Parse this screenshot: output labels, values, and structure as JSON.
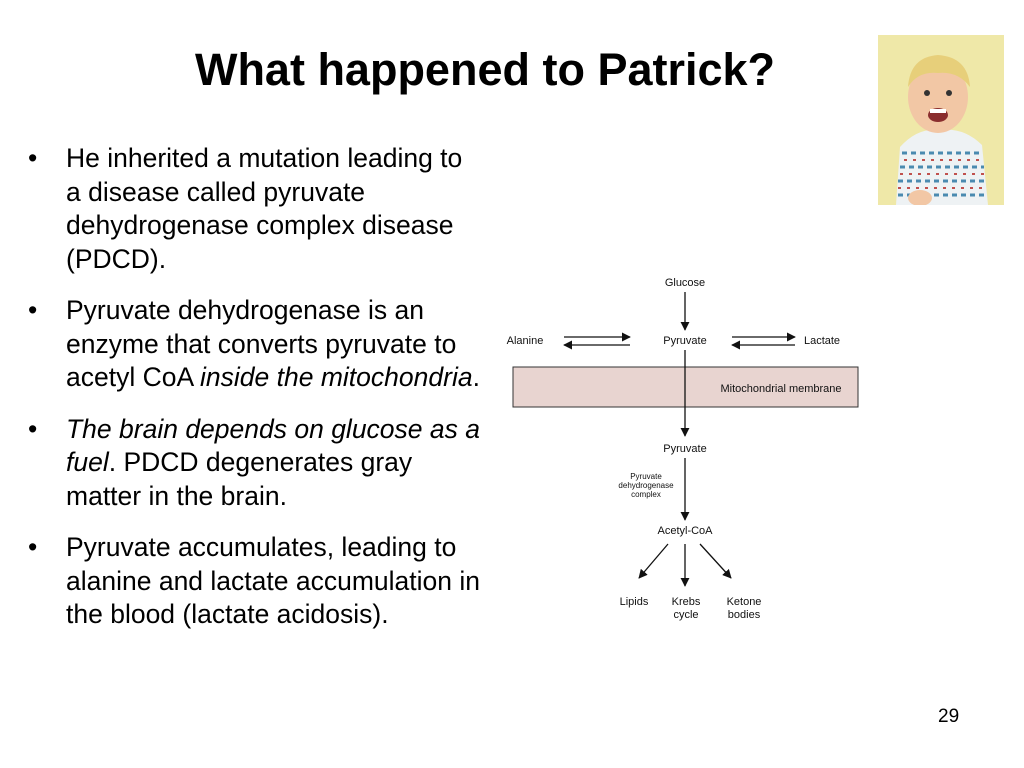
{
  "slide": {
    "title": "What happened to Patrick?",
    "page_number": "29",
    "photo": {
      "icon": "child-portrait-photo"
    }
  },
  "bullets": [
    {
      "parts": [
        {
          "text": "He inherited a mutation leading to a disease called pyruvate dehydrogenase complex disease (PDCD).",
          "italic": false
        }
      ]
    },
    {
      "parts": [
        {
          "text": "Pyruvate dehydrogenase is an enzyme that converts pyruvate to acetyl CoA ",
          "italic": false
        },
        {
          "text": "inside the mitochondria",
          "italic": true
        },
        {
          "text": ".",
          "italic": false
        }
      ]
    },
    {
      "parts": [
        {
          "text": "The brain depends on glucose as a fuel",
          "italic": true
        },
        {
          "text": ". PDCD degenerates gray matter in the brain.",
          "italic": false
        }
      ]
    },
    {
      "parts": [
        {
          "text": "Pyruvate accumulates, leading to alanine and lactate accumulation in the blood (lactate acidosis).",
          "italic": false
        }
      ]
    }
  ],
  "bullet_symbol": "•",
  "diagram": {
    "glucose": "Glucose",
    "alanine": "Alanine",
    "pyruvate_top": "Pyruvate",
    "lactate": "Lactate",
    "membrane": "Mitochondrial membrane",
    "pyruvate_bottom": "Pyruvate",
    "enzyme_line1": "Pyruvate",
    "enzyme_line2": "dehydrogenase",
    "enzyme_line3": "complex",
    "acetyl_coa": "Acetyl-CoA",
    "lipids": "Lipids",
    "krebs_line1": "Krebs",
    "krebs_line2": "cycle",
    "ketone_line1": "Ketone",
    "ketone_line2": "bodies",
    "membrane_color": "#e8d4d0"
  }
}
